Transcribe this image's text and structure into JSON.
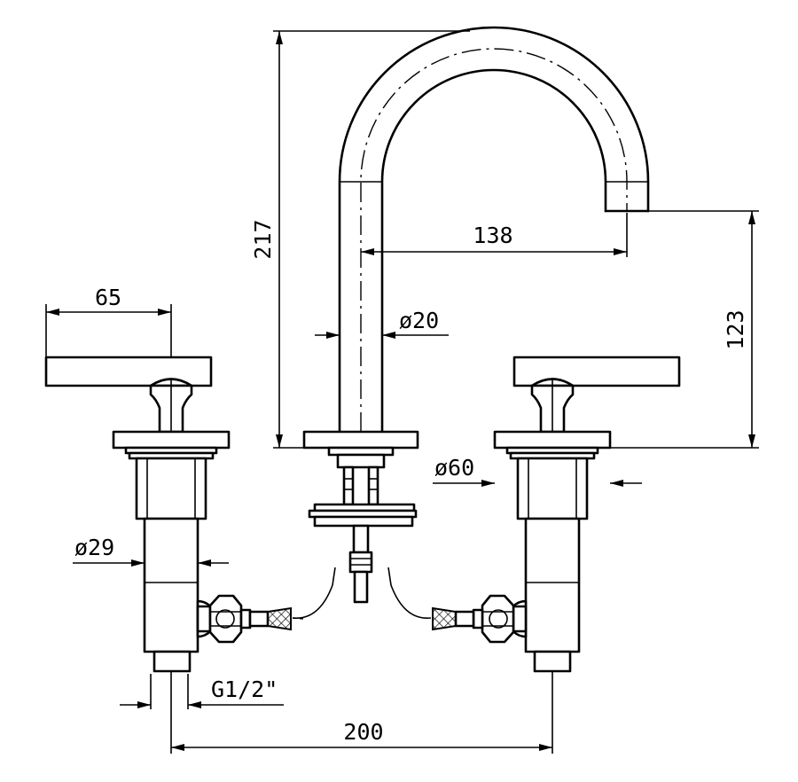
{
  "dimensions": {
    "height_total": "217",
    "spout_reach": "138",
    "spout_height": "123",
    "handle_length": "65",
    "spout_diameter": "ø20",
    "flange_diameter": "ø60",
    "body_diameter": "ø29",
    "thread": "G1/2\"",
    "center_distance": "200"
  },
  "colors": {
    "line": "#000000",
    "background": "#ffffff"
  }
}
